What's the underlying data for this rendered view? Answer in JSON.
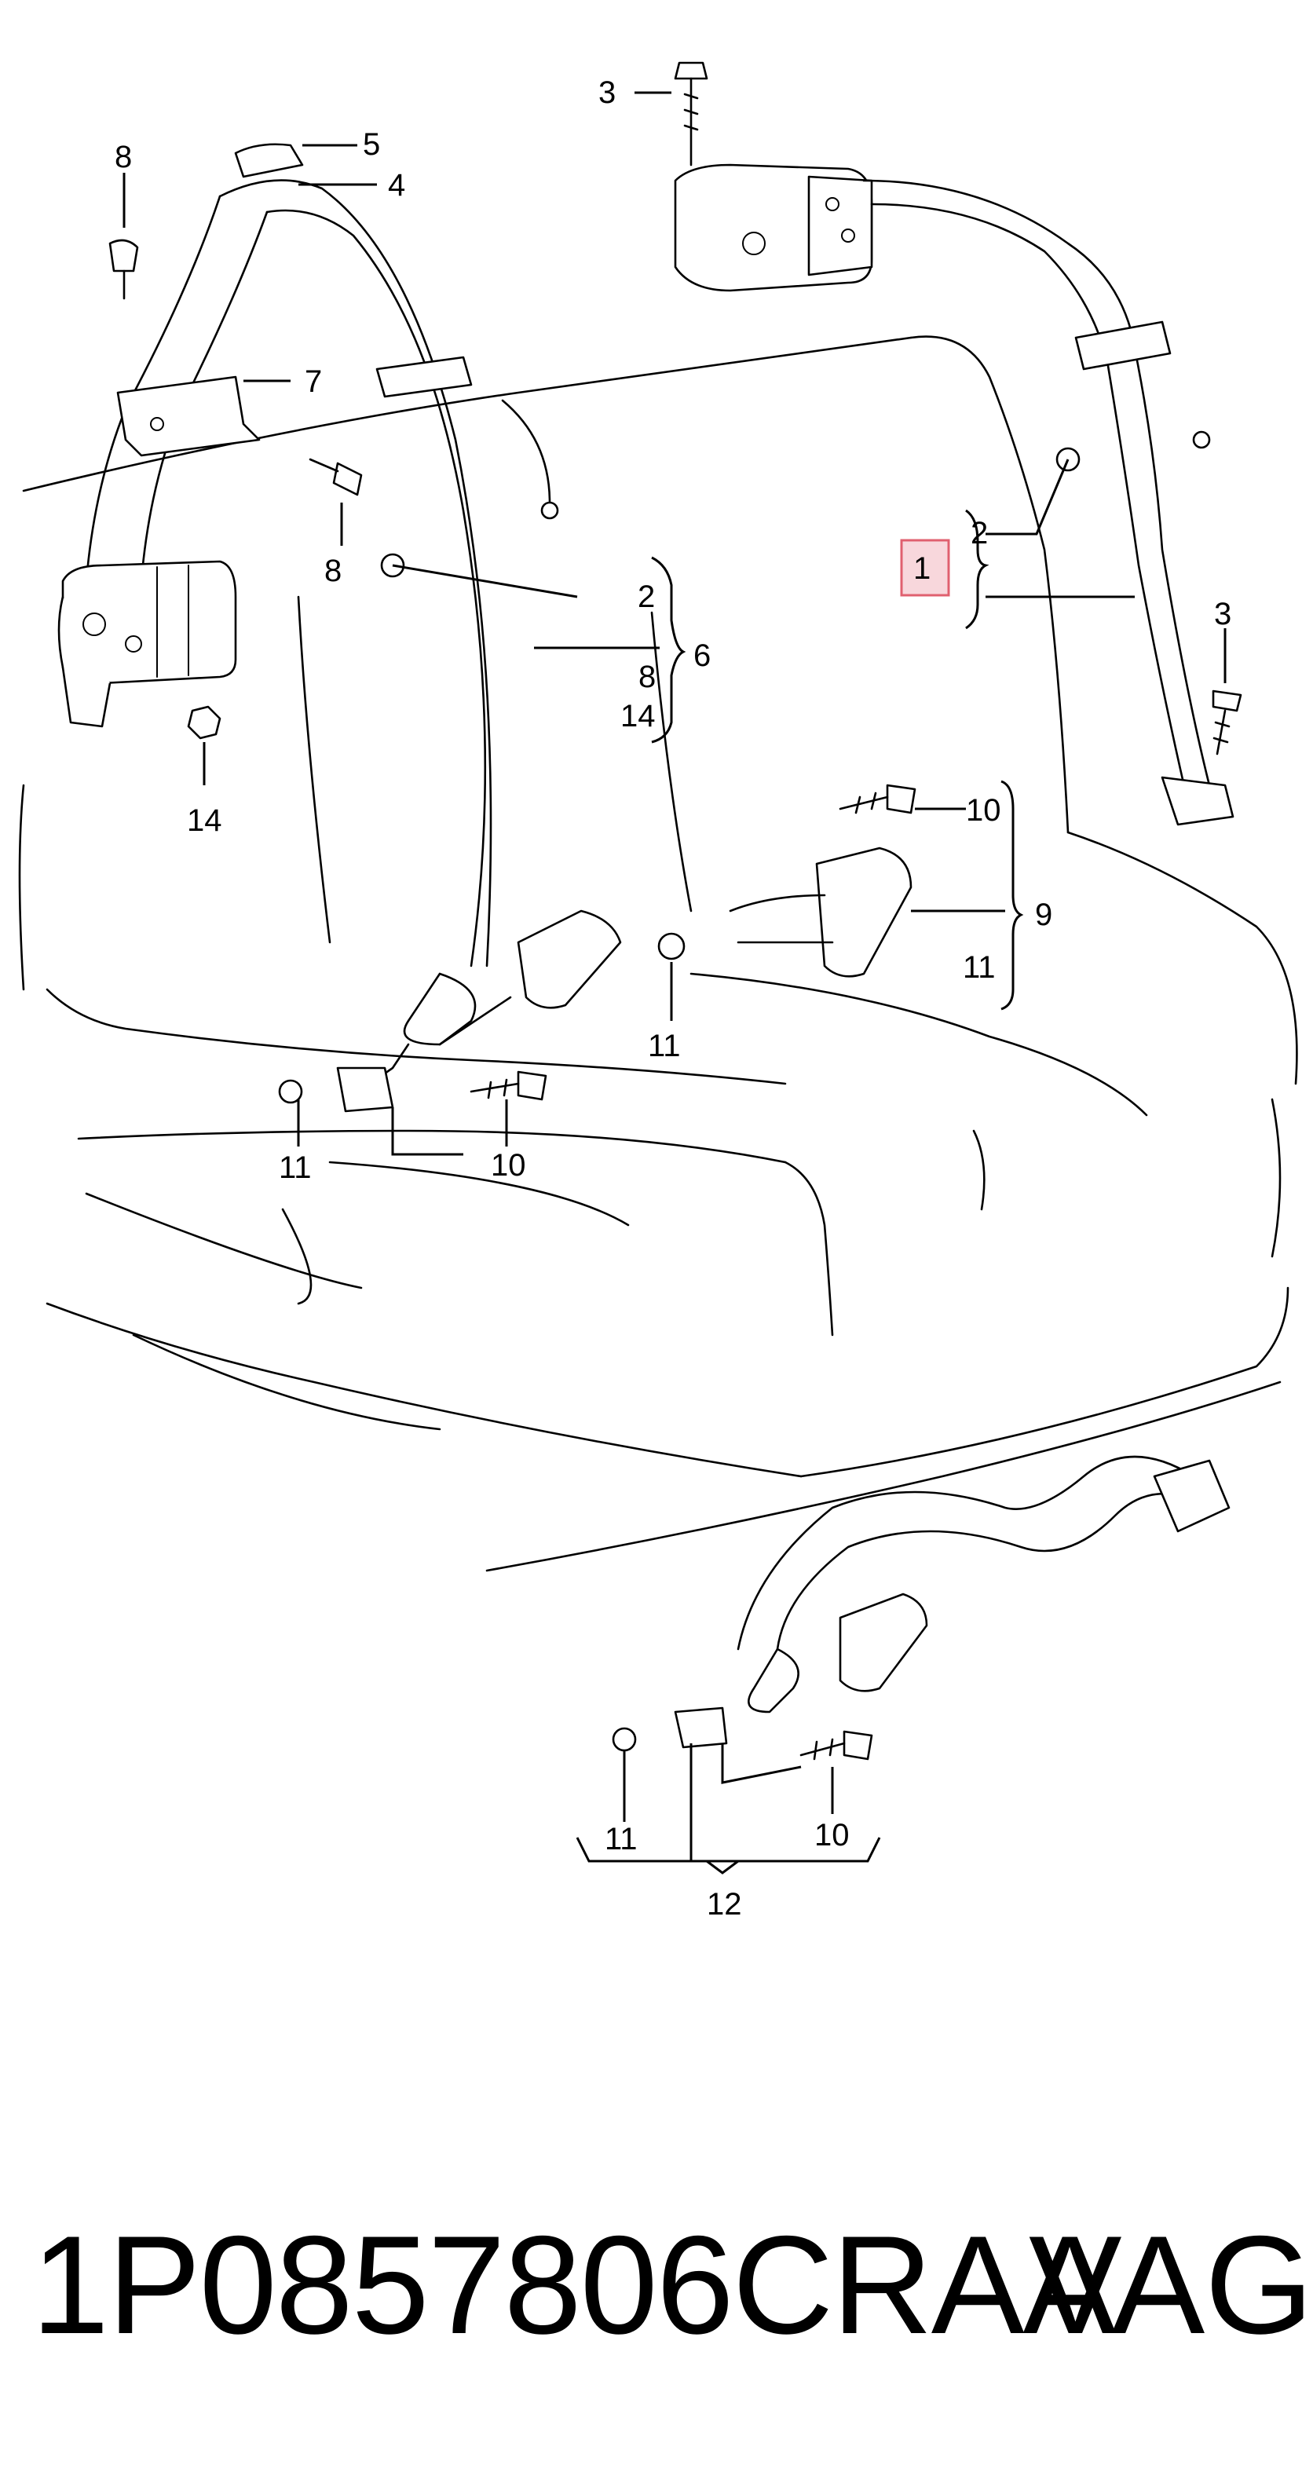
{
  "callouts": {
    "c1": "1",
    "c2a": "2",
    "c2b": "2",
    "c3a": "3",
    "c3b": "3",
    "c4": "4",
    "c5": "5",
    "c6": "6",
    "c7": "7",
    "c8a": "8",
    "c8b": "8",
    "c8c": "8",
    "c9": "9",
    "c10a": "10",
    "c10b": "10",
    "c10c": "10",
    "c11a": "11",
    "c11b": "11",
    "c11c": "11",
    "c11d": "11",
    "c12": "12",
    "c14a": "14",
    "c14b": "14"
  },
  "highlight_color": "#f8d7dc",
  "highlight_border": "#e0606f",
  "footer": {
    "part_number": "1P0857806CRAA",
    "manufacturer": "VAG"
  }
}
